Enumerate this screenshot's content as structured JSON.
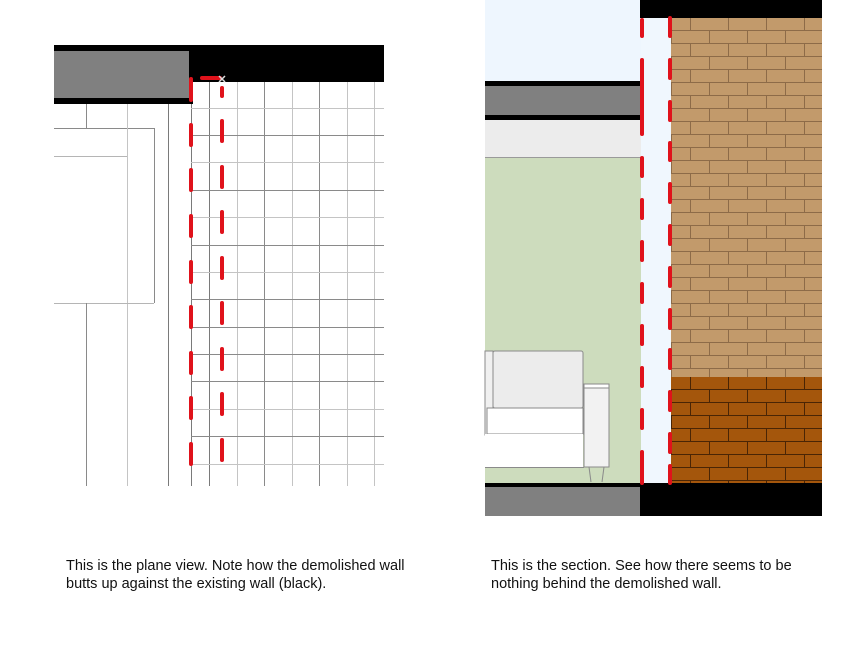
{
  "plan_view": {
    "caption_line1": "This is the plane view. Note how the demolished wall",
    "caption_line2": "butts up against the existing wall (black).",
    "colors": {
      "existing_wall": "#000000",
      "gray_wall": "#808080",
      "demolished_dash": "#e0121b",
      "grid_dark": "#7a7a7a",
      "grid_light": "#c4c4c4"
    }
  },
  "section_view": {
    "caption_line1": "This is the section. See how there seems to be",
    "caption_line2": "nothing behind the demolished wall.",
    "colors": {
      "sky": "#eef6fe",
      "slab": "#808080",
      "ceiling": "#ececec",
      "room_wall": "#cddcbd",
      "brick_light": "#c29a6b",
      "brick_dark": "#a4560c",
      "existing_wall": "#000000",
      "demolished_dash": "#e0121b"
    }
  }
}
